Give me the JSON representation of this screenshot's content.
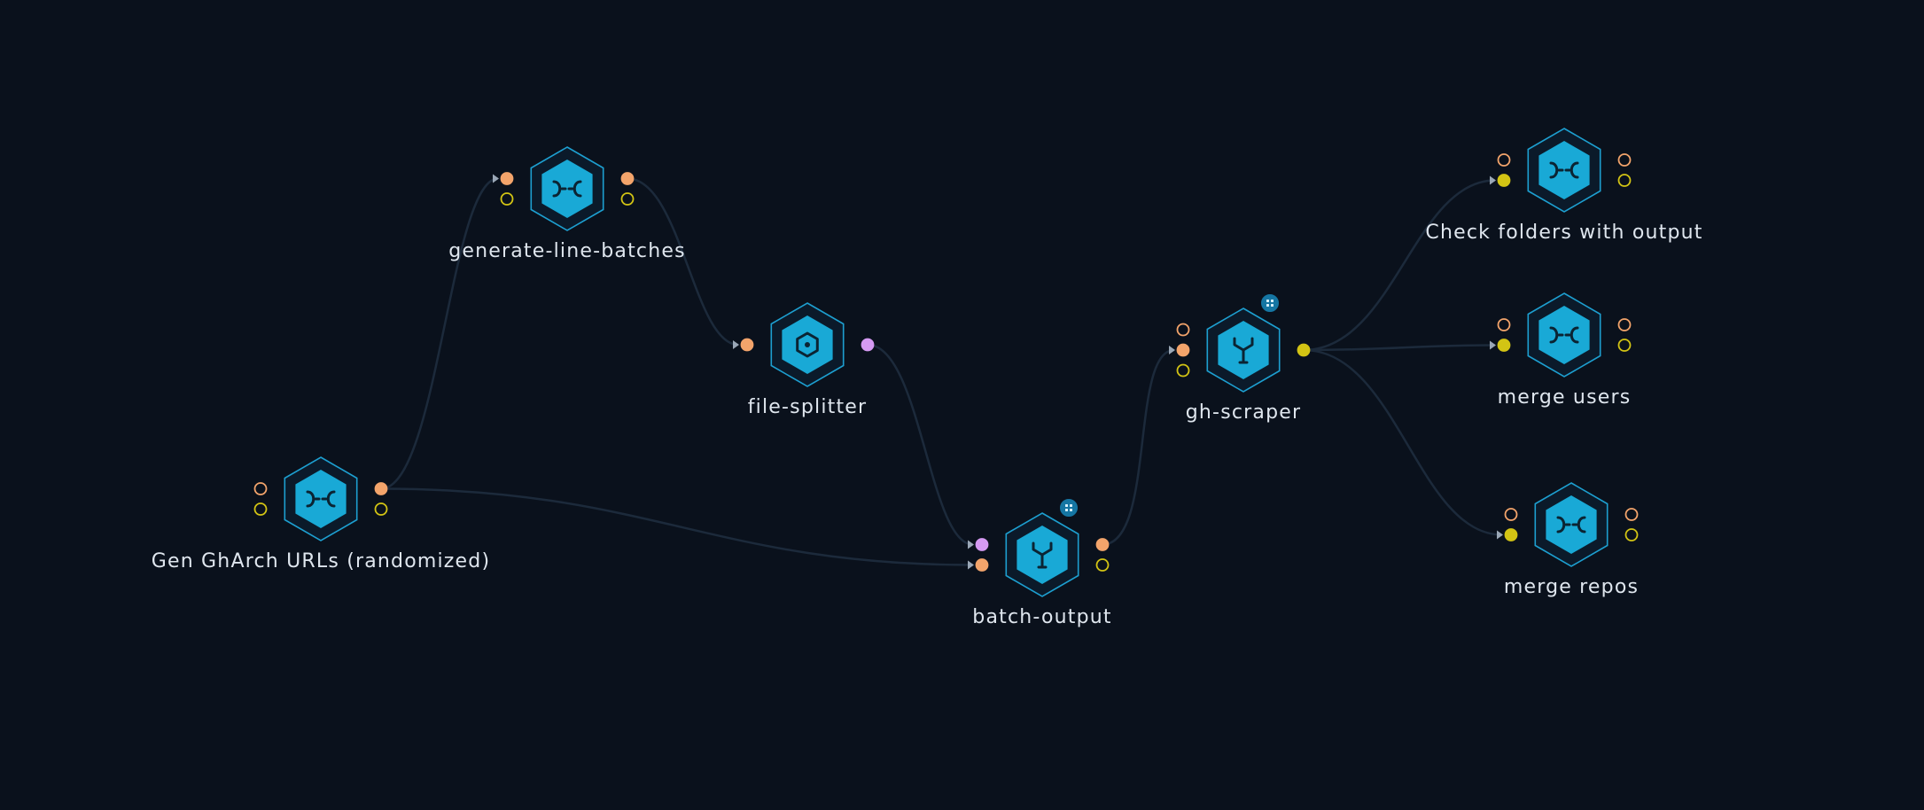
{
  "colors": {
    "background": "#0a111c",
    "edge": "#1c2a3b",
    "node_fill": "#19a9d6",
    "node_stroke": "#1d9fd0",
    "port_orange": "#f3a46b",
    "port_yellow": "#d3c414",
    "port_violet": "#d59af2",
    "label": "#dfe6ee"
  },
  "nodes": [
    {
      "id": "gen",
      "label": "Gen GhArch URLs (randomized)",
      "icon": "merge-icon",
      "badge": false,
      "ports_left": [
        {
          "kind": "orange",
          "filled": false
        },
        {
          "kind": "yellow",
          "filled": false
        }
      ],
      "ports_right": [
        {
          "kind": "orange",
          "filled": true
        },
        {
          "kind": "yellow",
          "filled": false
        }
      ]
    },
    {
      "id": "glb",
      "label": "generate-line-batches",
      "icon": "merge-icon",
      "badge": false,
      "ports_left": [
        {
          "kind": "orange",
          "filled": true,
          "arrow": true
        },
        {
          "kind": "yellow",
          "filled": false
        }
      ],
      "ports_right": [
        {
          "kind": "orange",
          "filled": true
        },
        {
          "kind": "yellow",
          "filled": false
        }
      ]
    },
    {
      "id": "fs",
      "label": "file-splitter",
      "icon": "splitter-icon",
      "badge": false,
      "ports_left": [
        {
          "kind": "orange",
          "filled": true,
          "arrow": true
        }
      ],
      "ports_right": [
        {
          "kind": "violet",
          "filled": true
        }
      ]
    },
    {
      "id": "bo",
      "label": "batch-output",
      "icon": "fork-icon",
      "badge": true,
      "ports_left": [
        {
          "kind": "violet",
          "filled": true,
          "arrow": true
        },
        {
          "kind": "orange",
          "filled": true,
          "arrow": true
        }
      ],
      "ports_right": [
        {
          "kind": "orange",
          "filled": true
        },
        {
          "kind": "yellow",
          "filled": false
        }
      ]
    },
    {
      "id": "gh",
      "label": "gh-scraper",
      "icon": "fork-icon",
      "badge": true,
      "ports_left": [
        {
          "kind": "orange",
          "filled": false
        },
        {
          "kind": "orange",
          "filled": true,
          "arrow": true
        },
        {
          "kind": "yellow",
          "filled": false
        }
      ],
      "ports_right": [
        {
          "kind": "yellow",
          "filled": true
        }
      ]
    },
    {
      "id": "cf",
      "label": "Check folders with output",
      "icon": "merge-icon",
      "badge": false,
      "ports_left": [
        {
          "kind": "orange",
          "filled": false
        },
        {
          "kind": "yellow",
          "filled": true,
          "arrow": true
        }
      ],
      "ports_right": [
        {
          "kind": "orange",
          "filled": false
        },
        {
          "kind": "yellow",
          "filled": false
        }
      ]
    },
    {
      "id": "mu",
      "label": "merge users",
      "icon": "merge-icon",
      "badge": false,
      "ports_left": [
        {
          "kind": "orange",
          "filled": false
        },
        {
          "kind": "yellow",
          "filled": true,
          "arrow": true
        }
      ],
      "ports_right": [
        {
          "kind": "orange",
          "filled": false
        },
        {
          "kind": "yellow",
          "filled": false
        }
      ]
    },
    {
      "id": "mr",
      "label": "merge repos",
      "icon": "merge-icon",
      "badge": false,
      "ports_left": [
        {
          "kind": "orange",
          "filled": false
        },
        {
          "kind": "yellow",
          "filled": true,
          "arrow": true
        }
      ],
      "ports_right": [
        {
          "kind": "orange",
          "filled": false
        },
        {
          "kind": "yellow",
          "filled": false
        }
      ]
    }
  ],
  "edges": [
    {
      "from": "gen",
      "from_port": 0,
      "to": "glb",
      "to_port": 0
    },
    {
      "from": "gen",
      "from_port": 0,
      "to": "bo",
      "to_port": 1
    },
    {
      "from": "glb",
      "from_port": 0,
      "to": "fs",
      "to_port": 0
    },
    {
      "from": "fs",
      "from_port": 0,
      "to": "bo",
      "to_port": 0
    },
    {
      "from": "bo",
      "from_port": 0,
      "to": "gh",
      "to_port": 1
    },
    {
      "from": "gh",
      "from_port": 0,
      "to": "cf",
      "to_port": 1
    },
    {
      "from": "gh",
      "from_port": 0,
      "to": "mu",
      "to_port": 1
    },
    {
      "from": "gh",
      "from_port": 0,
      "to": "mr",
      "to_port": 1
    }
  ]
}
